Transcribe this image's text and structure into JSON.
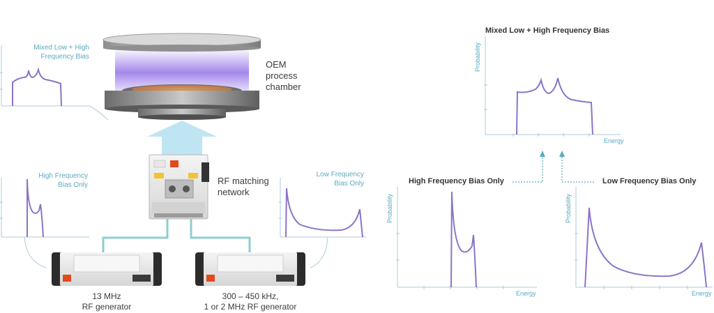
{
  "colors": {
    "curve": "#8a74c8",
    "axis": "#a9cdd8",
    "arrow": "#bfe5f3",
    "cable": "#8ccfcf",
    "plasma": "#9b7be8",
    "label_teal": "#5aa9bd",
    "text_dark": "#3b3b3b"
  },
  "left": {
    "mixed_label": [
      "Mixed Low + High",
      "Frequency Bias"
    ],
    "high_label": [
      "High Frequency",
      "Bias Only"
    ],
    "low_label": [
      "Low Frequency",
      "Bias Only"
    ],
    "chamber_label": [
      "OEM",
      "process",
      "chamber"
    ],
    "matching_label": [
      "RF matching",
      "network"
    ],
    "gen1_label": [
      "13 MHz",
      "RF generator"
    ],
    "gen2_label": [
      "300 – 450 kHz,",
      "1 or 2 MHz RF generator"
    ]
  },
  "right": {
    "mixed": {
      "title": "Mixed Low + High Frequency Bias",
      "ylabel": "Probability",
      "xlabel": "Energy"
    },
    "high": {
      "title": "High Frequency Bias Only",
      "ylabel": "Probability",
      "xlabel": "Energy"
    },
    "low": {
      "title": "Low Frequency Bias Only",
      "ylabel": "Probability",
      "xlabel": "Energy"
    }
  }
}
